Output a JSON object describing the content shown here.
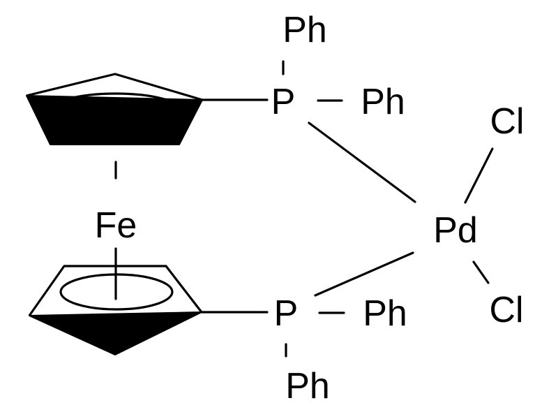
{
  "molecule": {
    "atoms": {
      "iron": "Fe",
      "palladium": "Pd",
      "phosphorus_top": "P",
      "phosphorus_bottom": "P",
      "chlorine_top": "Cl",
      "chlorine_bottom": "Cl",
      "phenyl_top_up": "Ph",
      "phenyl_top_right": "Ph",
      "phenyl_bottom_right": "Ph",
      "phenyl_bottom_down": "Ph"
    }
  },
  "colors": {
    "ink": "#000000",
    "background": "#ffffff"
  }
}
